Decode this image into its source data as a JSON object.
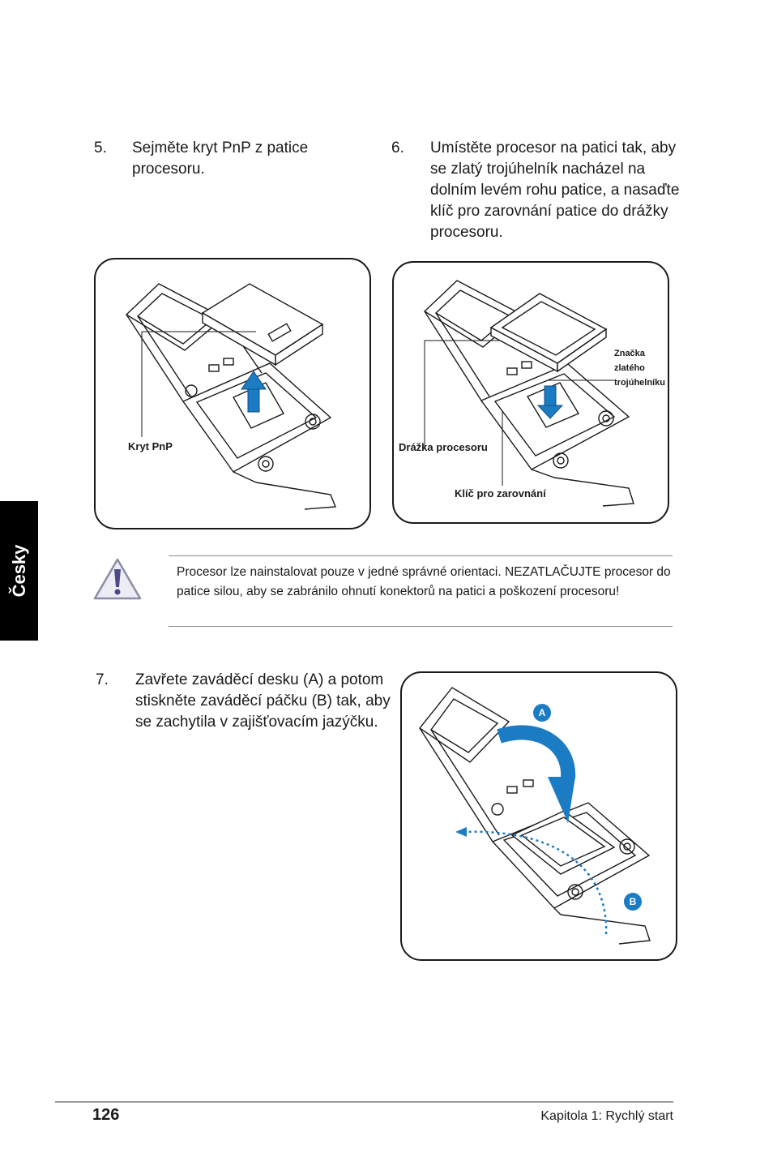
{
  "steps": {
    "step5": {
      "number": "5.",
      "text": "Sejměte kryt PnP z patice procesoru."
    },
    "step6": {
      "number": "6.",
      "text": "Umístěte procesor na patici tak, aby se zlatý trojúhelník nacházel na dolním levém rohu patice, a nasaďte klíč pro zarovnání patice do drážky procesoru."
    },
    "step7": {
      "number": "7.",
      "text": "Zavřete zaváděcí desku (A) a potom stiskněte zaváděcí páčku (B) tak, aby se zachytila v zajišťovacím jazýčku."
    }
  },
  "figure1": {
    "label_cover": "Kryt PnP"
  },
  "figure2": {
    "label_notch": "Drážka procesoru",
    "label_key": "Klíč pro zarovnání",
    "label_triangle_1": "Značka",
    "label_triangle_2": "zlatého",
    "label_triangle_3": "trojúhelníku"
  },
  "figure3": {
    "badge_a": "A",
    "badge_b": "B"
  },
  "warning": {
    "icon": "warning-triangle-icon",
    "text": "Procesor lze nainstalovat pouze v jedné správné orientaci. NEZATLAČUJTE procesor do patice silou, aby se zabránilo ohnutí konektorů na patici a poškození procesoru!"
  },
  "side_tab": {
    "label": "Česky"
  },
  "footer": {
    "page_number": "126",
    "chapter": "Kapitola 1: Rychlý start"
  },
  "colors": {
    "accent_blue": "#1b7cc4",
    "tab_black": "#000000"
  }
}
